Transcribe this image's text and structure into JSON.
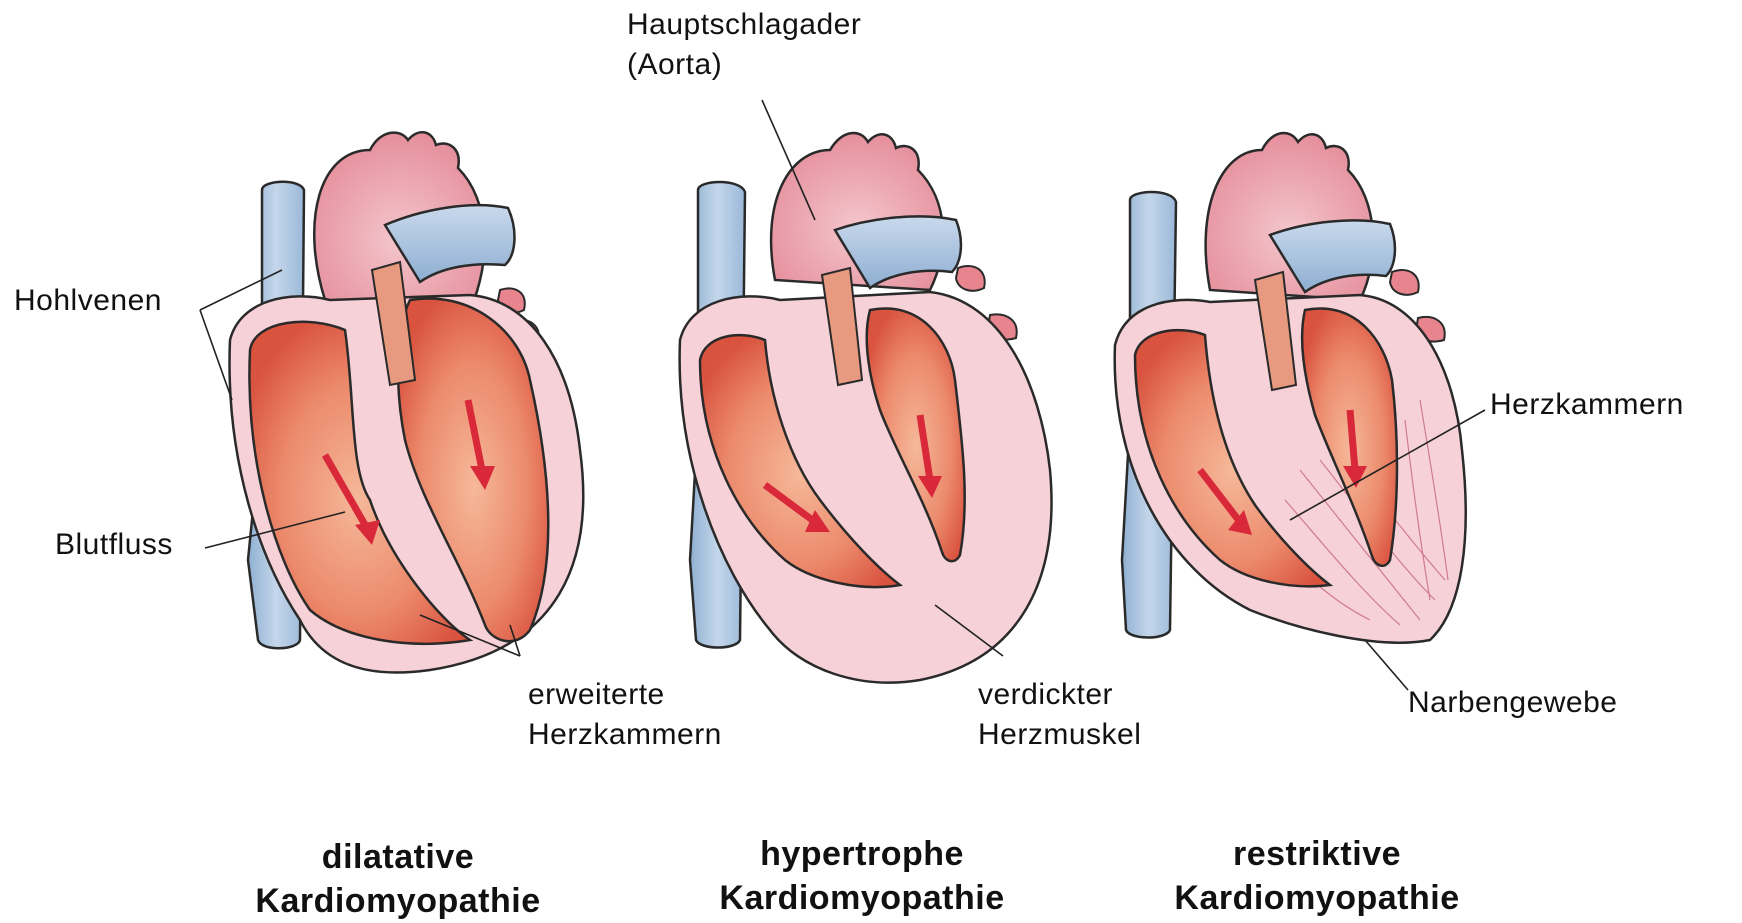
{
  "labels": {
    "aorta_line1": "Hauptschlagader",
    "aorta_line2": "(Aorta)",
    "hohlvenen": "Hohlvenen",
    "blutfluss": "Blutfluss",
    "erweiterte_line1": "erweiterte",
    "erweiterte_line2": "Herzkammern",
    "verdickter_line1": "verdickter",
    "verdickter_line2": "Herzmuskel",
    "herzkammern": "Herzkammern",
    "narbengewebe": "Narbengewebe"
  },
  "captions": {
    "dilatative_line1": "dilatative",
    "dilatative_line2": "Kardiomyopathie",
    "hypertrophe_line1": "hypertrophe",
    "hypertrophe_line2": "Kardiomyopathie",
    "restriktive_line1": "restriktive",
    "restriktive_line2": "Kardiomyopathie"
  },
  "colors": {
    "vein_blue": "#a8c4e0",
    "heart_pink": "#f2b7c0",
    "muscle_light": "#f7d6dc",
    "chamber_red": "#e8745c",
    "arrow_red": "#d8283a",
    "outline": "#2a2a2a"
  }
}
